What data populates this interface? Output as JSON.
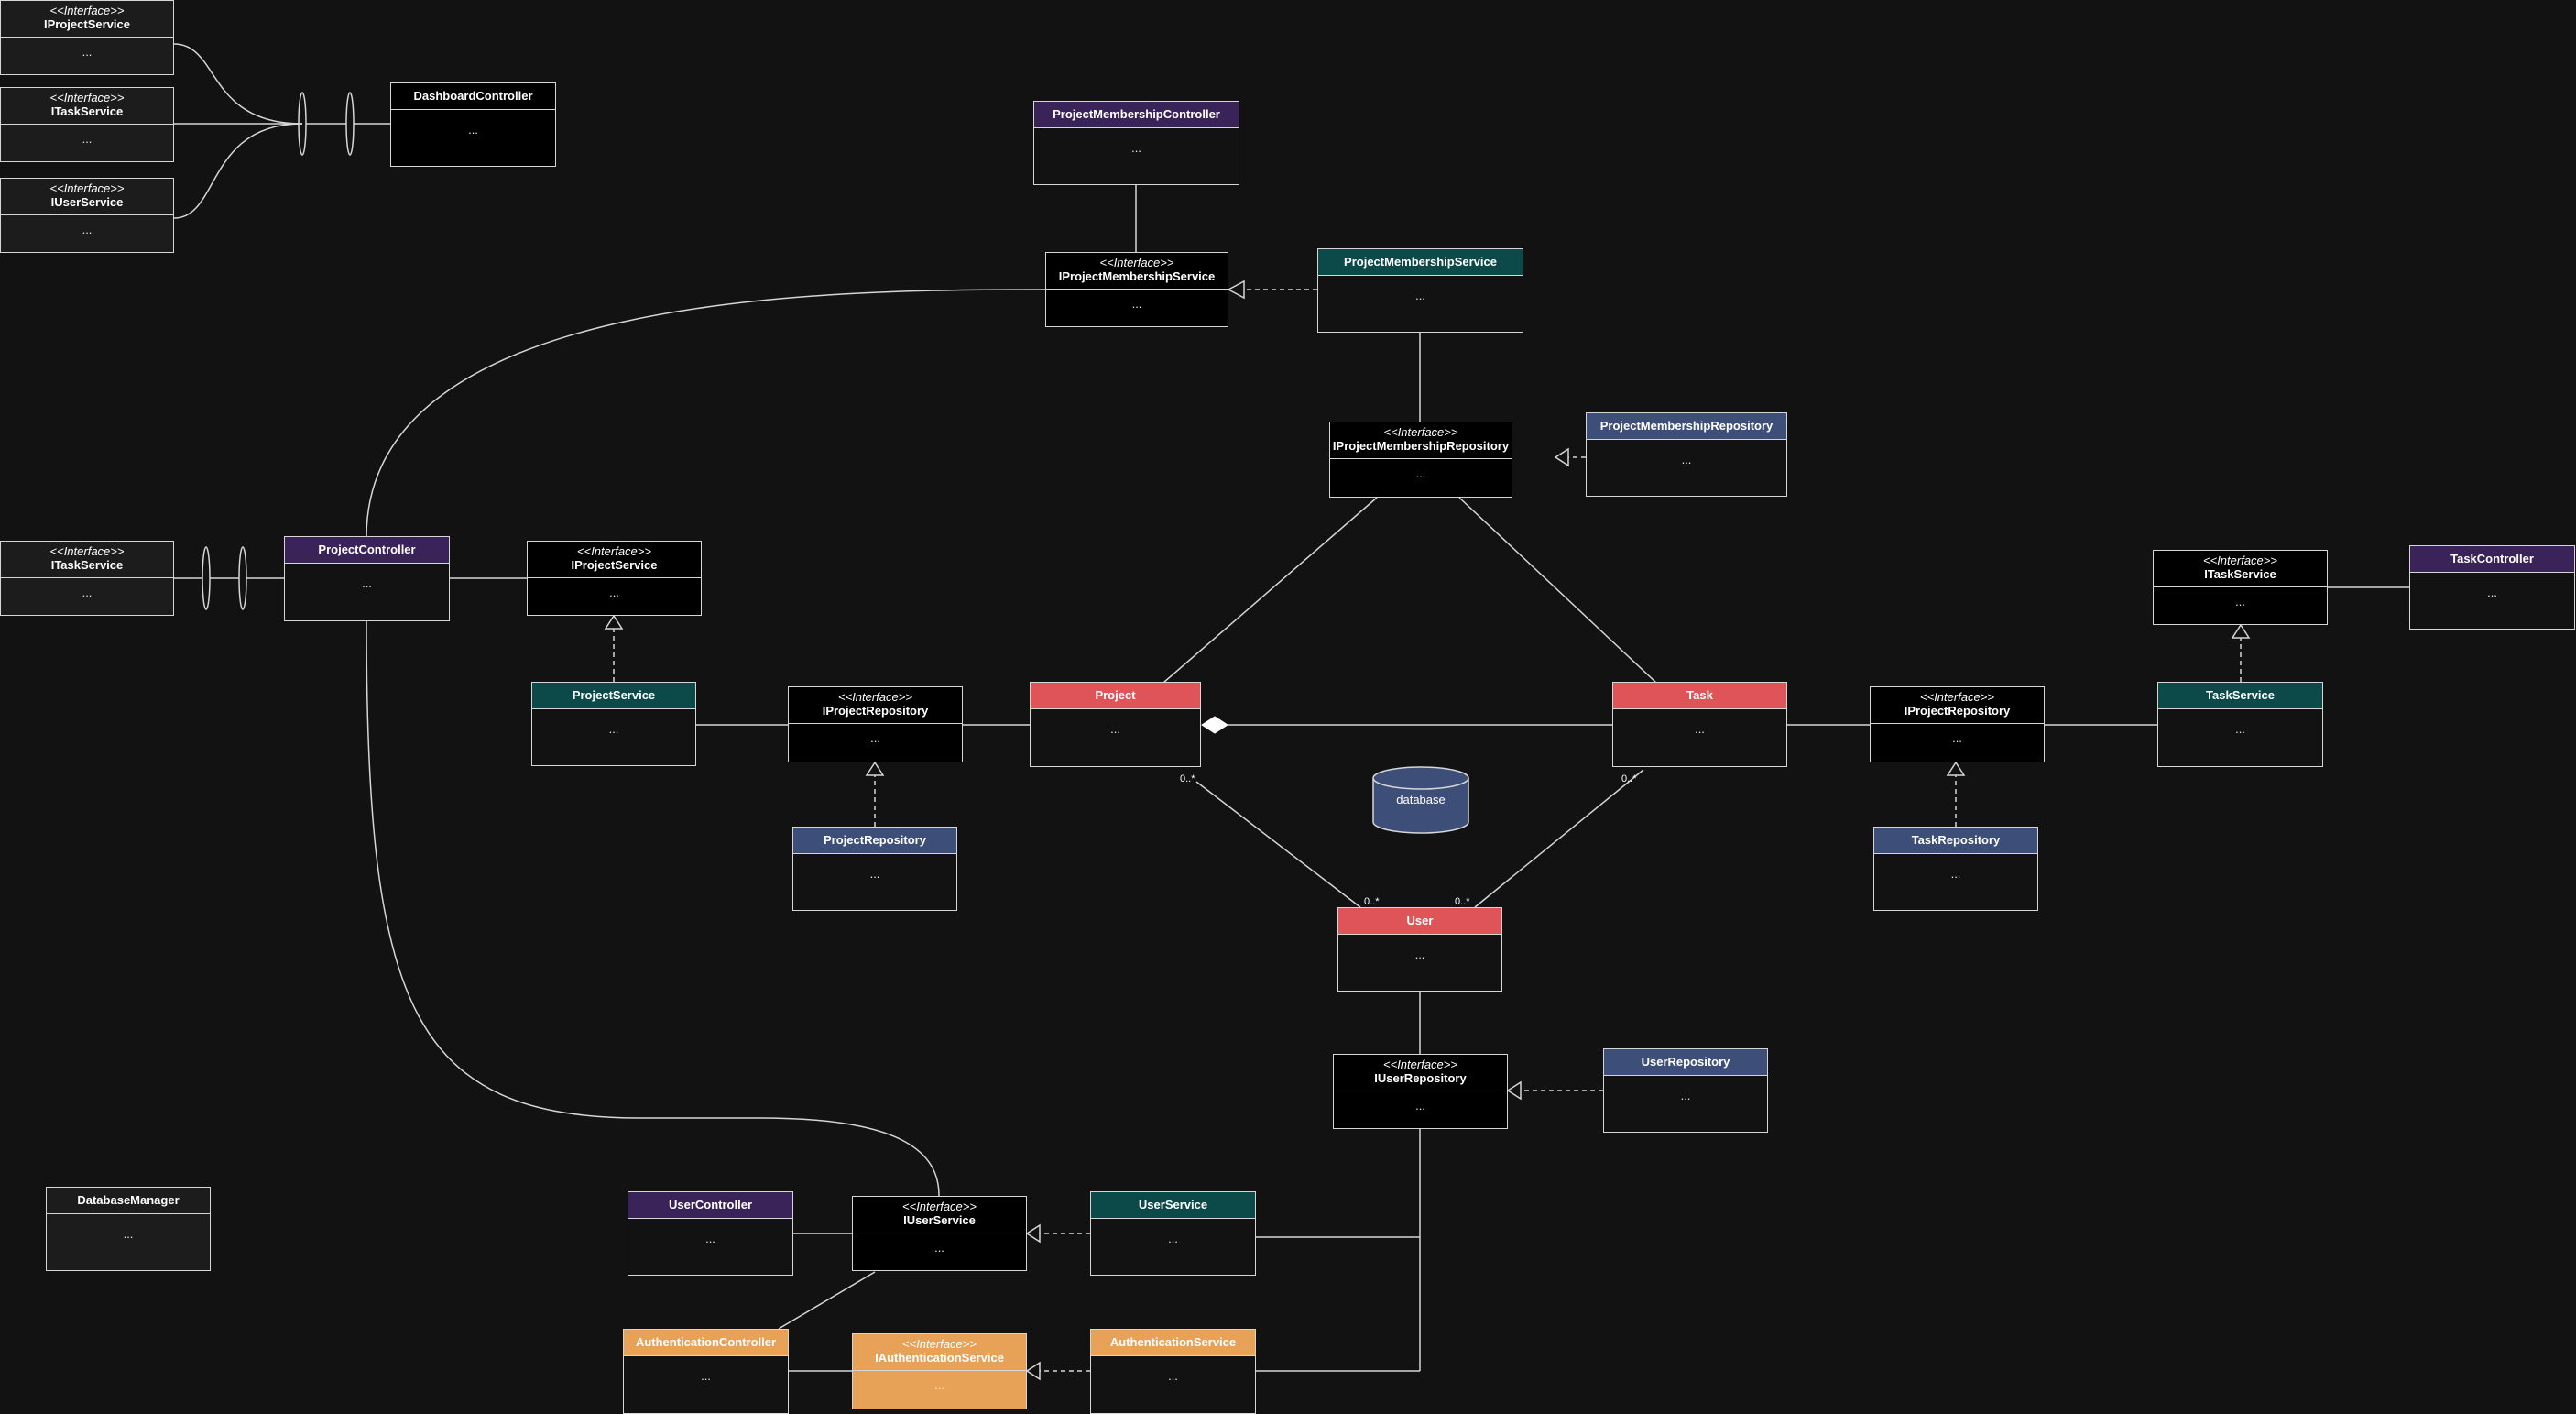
{
  "colors": {
    "background": "#121212",
    "line": "#d6d6d6",
    "controller": "#3a2358",
    "service": "#0b4a49",
    "repository": "#3d4e78",
    "entity": "#df5459",
    "auth": "#e8a258",
    "interface": "#000000",
    "plain": "#1c1c1c"
  },
  "classes": [
    {
      "id": "ips_top",
      "stereotype": "<<Interface>>",
      "name": "IProjectService",
      "body": "...",
      "kind": "plain"
    },
    {
      "id": "its_top",
      "stereotype": "<<Interface>>",
      "name": "ITaskService",
      "body": "...",
      "kind": "plain"
    },
    {
      "id": "ius_top",
      "stereotype": "<<Interface>>",
      "name": "IUserService",
      "body": "...",
      "kind": "plain"
    },
    {
      "id": "dashctrl",
      "stereotype": "",
      "name": "DashboardController",
      "body": "...",
      "kind": "interface"
    },
    {
      "id": "pmctrl",
      "stereotype": "",
      "name": "ProjectMembershipController",
      "body": "...",
      "kind": "controller"
    },
    {
      "id": "ipms",
      "stereotype": "<<Interface>>",
      "name": "IProjectMembershipService",
      "body": "...",
      "kind": "interface"
    },
    {
      "id": "pms",
      "stereotype": "",
      "name": "ProjectMembershipService",
      "body": "...",
      "kind": "service"
    },
    {
      "id": "ipmr",
      "stereotype": "<<Interface>>",
      "name": "IProjectMembershipRepository",
      "body": "...",
      "kind": "interface"
    },
    {
      "id": "pmr",
      "stereotype": "",
      "name": "ProjectMembershipRepository",
      "body": "...",
      "kind": "repository"
    },
    {
      "id": "its_left",
      "stereotype": "<<Interface>>",
      "name": "ITaskService",
      "body": "...",
      "kind": "plain"
    },
    {
      "id": "projctrl",
      "stereotype": "",
      "name": "ProjectController",
      "body": "...",
      "kind": "controller"
    },
    {
      "id": "ips_mid",
      "stereotype": "<<Interface>>",
      "name": "IProjectService",
      "body": "...",
      "kind": "interface"
    },
    {
      "id": "projsvc",
      "stereotype": "",
      "name": "ProjectService",
      "body": "...",
      "kind": "service"
    },
    {
      "id": "iprojrepo_l",
      "stereotype": "<<Interface>>",
      "name": "IProjectRepository",
      "body": "...",
      "kind": "interface"
    },
    {
      "id": "projrepo",
      "stereotype": "",
      "name": "ProjectRepository",
      "body": "...",
      "kind": "repository"
    },
    {
      "id": "project",
      "stereotype": "",
      "name": "Project",
      "body": "...",
      "kind": "entity"
    },
    {
      "id": "task",
      "stereotype": "",
      "name": "Task",
      "body": "...",
      "kind": "entity"
    },
    {
      "id": "iprojrepo_r",
      "stereotype": "<<Interface>>",
      "name": "IProjectRepository",
      "body": "...",
      "kind": "interface"
    },
    {
      "id": "taskrepo",
      "stereotype": "",
      "name": "TaskRepository",
      "body": "...",
      "kind": "repository"
    },
    {
      "id": "its_right",
      "stereotype": "<<Interface>>",
      "name": "ITaskService",
      "body": "...",
      "kind": "interface"
    },
    {
      "id": "taskctrl",
      "stereotype": "",
      "name": "TaskController",
      "body": "...",
      "kind": "controller"
    },
    {
      "id": "tasksvc",
      "stereotype": "",
      "name": "TaskService",
      "body": "...",
      "kind": "service"
    },
    {
      "id": "user",
      "stereotype": "",
      "name": "User",
      "body": "...",
      "kind": "entity"
    },
    {
      "id": "iuserrepo",
      "stereotype": "<<Interface>>",
      "name": "IUserRepository",
      "body": "...",
      "kind": "interface"
    },
    {
      "id": "userrepo",
      "stereotype": "",
      "name": "UserRepository",
      "body": "...",
      "kind": "repository"
    },
    {
      "id": "dbmgr",
      "stereotype": "",
      "name": "DatabaseManager",
      "body": "...",
      "kind": "plain"
    },
    {
      "id": "userctrl",
      "stereotype": "",
      "name": "UserController",
      "body": "...",
      "kind": "controller"
    },
    {
      "id": "iusersvc",
      "stereotype": "<<Interface>>",
      "name": "IUserService",
      "body": "...",
      "kind": "interface"
    },
    {
      "id": "usersvc",
      "stereotype": "",
      "name": "UserService",
      "body": "...",
      "kind": "service"
    },
    {
      "id": "authctrl",
      "stereotype": "",
      "name": "AuthenticationController",
      "body": "...",
      "kind": "auth"
    },
    {
      "id": "iauthsvc",
      "stereotype": "<<Interface>>",
      "name": "IAuthenticationService",
      "body": "...",
      "kind": "auth"
    },
    {
      "id": "authsvc",
      "stereotype": "",
      "name": "AuthenticationService",
      "body": "...",
      "kind": "auth"
    }
  ],
  "database": {
    "label": "database"
  },
  "multiplicities": {
    "m1": "0..*",
    "m2": "0..*",
    "m3": "0..*",
    "m4": "0..*"
  }
}
